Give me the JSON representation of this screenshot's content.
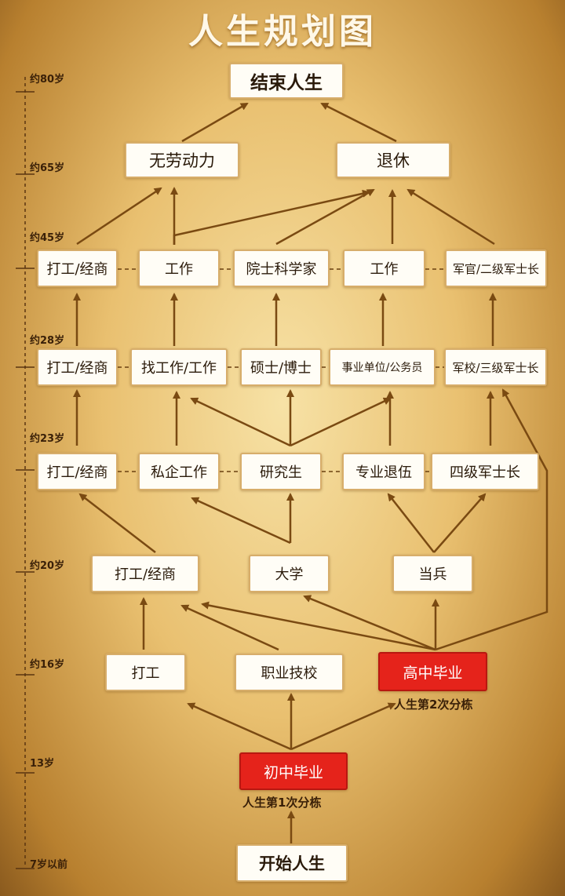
{
  "title": "人生规划图",
  "ages": [
    "约80岁",
    "约65岁",
    "约45岁",
    "约28岁",
    "约23岁",
    "约20岁",
    "约16岁",
    "13岁",
    "7岁以前"
  ],
  "nodes": {
    "end": "结束人生",
    "no_labor": "无劳动力",
    "retire": "退休",
    "r45_work_biz": "打工/经商",
    "r45_job": "工作",
    "r45_academician": "院士科学家",
    "r45_job2": "工作",
    "r45_officer": "军官/二级军士长",
    "r28_work_biz": "打工/经商",
    "r28_find_job": "找工作/工作",
    "r28_master_phd": "硕士/博士",
    "r28_civil": "事业单位/公务员",
    "r28_military": "军校/三级军士长",
    "r23_work_biz": "打工/经商",
    "r23_private": "私企工作",
    "r23_grad": "研究生",
    "r23_veteran": "专业退伍",
    "r23_sergeant4": "四级军士长",
    "r20_work_biz": "打工/经商",
    "r20_university": "大学",
    "r20_soldier": "当兵",
    "r16_labor": "打工",
    "r16_vocational": "职业技校",
    "r16_highschool": "高中毕业",
    "r13_middleschool": "初中毕业",
    "start": "开始人生"
  },
  "sublabels": {
    "second": "人生第2次分栋",
    "first": "人生第1次分栋"
  },
  "colors": {
    "arrow": "#7a4a12",
    "red_box": "#e5231b",
    "box_border": "#d7ad6a"
  }
}
